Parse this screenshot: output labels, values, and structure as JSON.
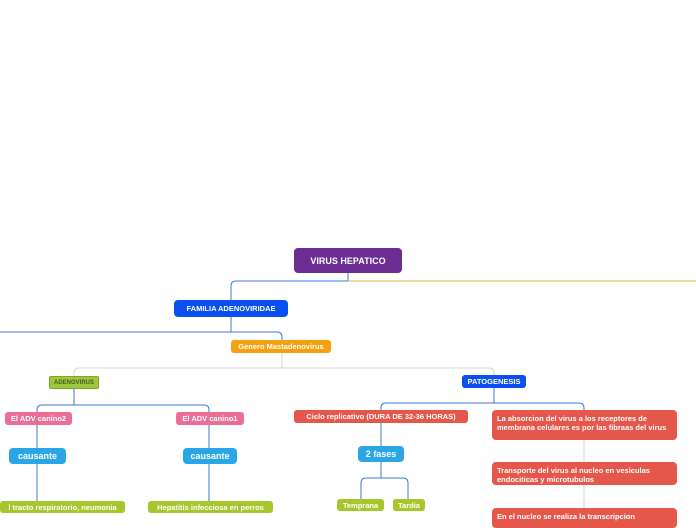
{
  "colors": {
    "root": "#6b2d91",
    "blue": "#0a4ff0",
    "orange": "#f5a00f",
    "green": "#9cc93b",
    "green_text": "#4a5a1f",
    "pink": "#ec6e95",
    "sky": "#2aa6e6",
    "lime": "#a8c62c",
    "red": "#e4574a",
    "link_blue": "#3a78d8",
    "link_orange": "#e0b43a",
    "link_gray": "#d5d5d5"
  },
  "nodes": {
    "root": "VIRUS HEPATICO",
    "familia": "FAMILIA ADENOVIRIDAE",
    "genero": "Genero Mastadenovirus",
    "adenovirus": "ADENOVIRUS",
    "patogenesis": "PATOGENESIS",
    "adv2": "El ADV canino2",
    "adv1": "El ADV canino1",
    "causante_left": "causante",
    "causante_right": "causante",
    "tracto": "l tracto respiratorio, neumonia",
    "hepatitis": "Hepatitis infecciosa en perros",
    "ciclo": "Ciclo replicativo (DURA DE 32-36 HORAS)",
    "fases": "2 fases",
    "temprana": "Temprana",
    "tardia": "Tardia",
    "absorcion": "La absorcion del virus a los receptores de membrana celulares  es por las fibraas del virus",
    "transporte": "Transporte del virus al nucleo en vesiculas endociticas y microtubulos",
    "nucleo": "En el nucleo se realiza la transcripcion"
  }
}
